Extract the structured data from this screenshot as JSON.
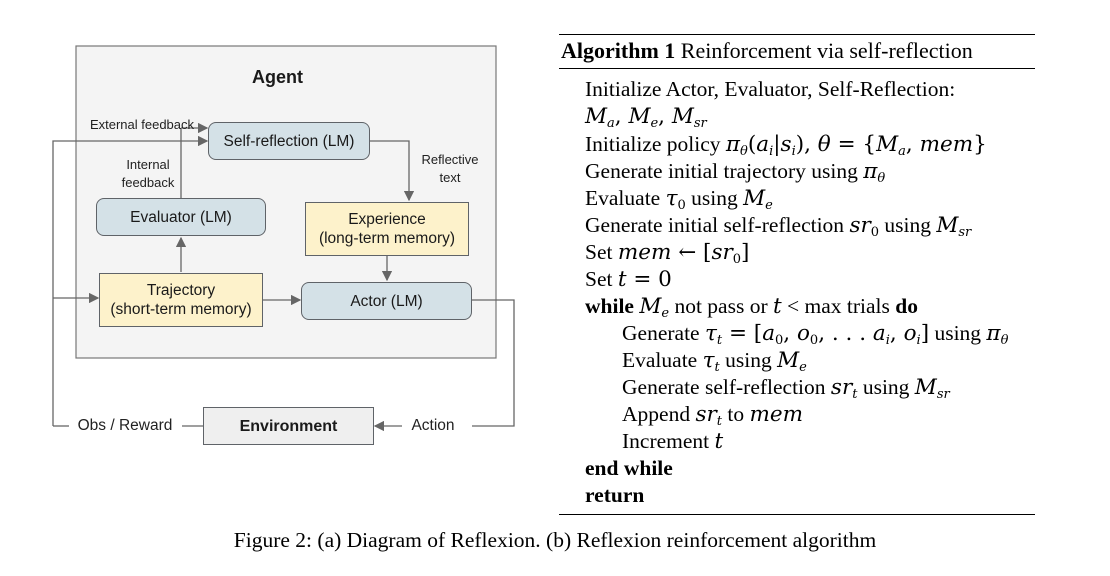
{
  "diagram": {
    "agent_title": "Agent",
    "external_feedback": "External feedback",
    "internal_feedback": "Internal\nfeedback",
    "reflective_text": "Reflective\ntext",
    "self_reflection": "Self-reflection (LM)",
    "evaluator": "Evaluator (LM)",
    "experience_line1": "Experience",
    "experience_line2": "(long-term memory)",
    "trajectory_line1": "Trajectory",
    "trajectory_line2": "(short-term memory)",
    "actor": "Actor (LM)",
    "environment": "Environment",
    "obs_reward": "Obs / Reward",
    "action": "Action"
  },
  "algorithm": {
    "title_bold": "Algorithm 1",
    "title_rest": " Reinforcement via self-reflection",
    "lines": {
      "l1": "Initialize Actor, Evaluator, Self-Reflection:",
      "l3a": "Initialize policy ",
      "l4a": "Generate initial trajectory using ",
      "l5a": "Evaluate ",
      "l5b": " using ",
      "l6a": "Generate initial self-reflection ",
      "l6b": " using ",
      "l7a": "Set ",
      "l8a": "Set ",
      "l9a": "while",
      "l9b": " not pass or ",
      "l9c": " < max trials ",
      "l9d": "do",
      "l10a": "Generate ",
      "l10b": " using ",
      "l11a": "Evaluate ",
      "l11b": " using ",
      "l12a": "Generate self-reflection ",
      "l12b": " using ",
      "l13a": "Append ",
      "l13b": " to ",
      "l14a": "Increment ",
      "l15": "end while",
      "l16": "return"
    }
  },
  "caption": "Figure 2: (a) Diagram of Reflexion. (b) Reflexion reinforcement algorithm"
}
